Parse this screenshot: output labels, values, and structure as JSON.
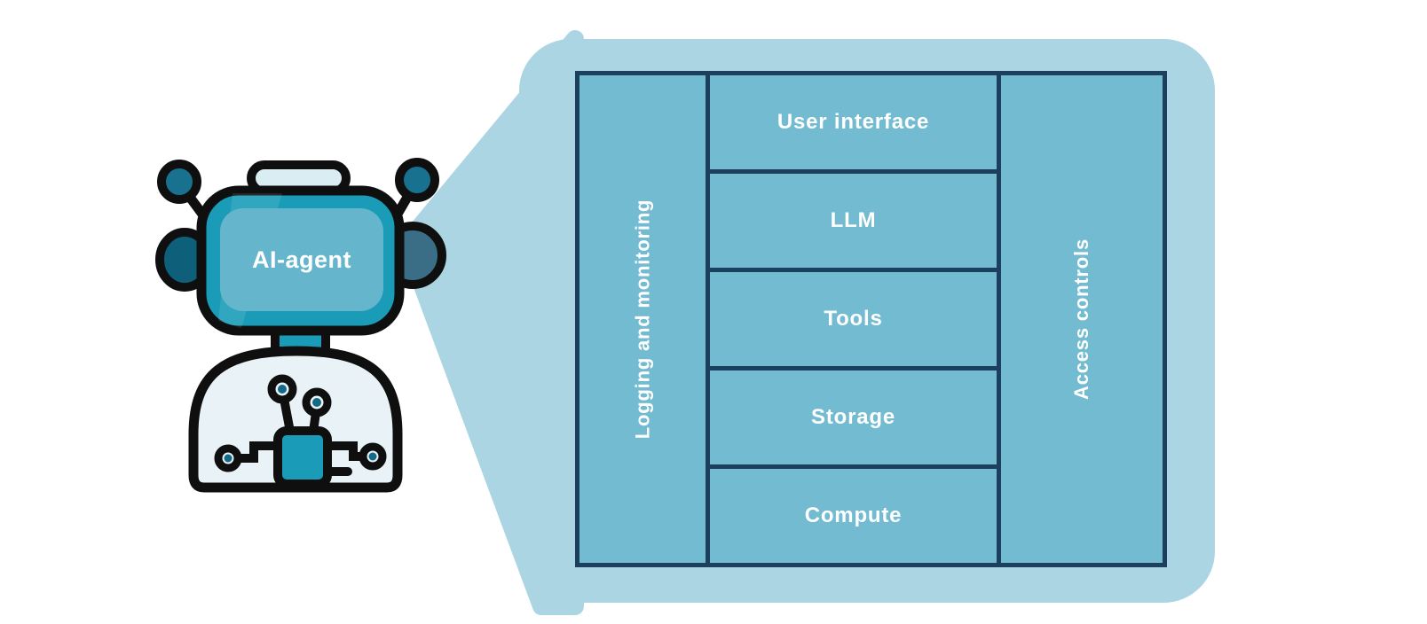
{
  "robot": {
    "label": "AI-agent"
  },
  "architecture": {
    "side_left": "Logging and monitoring",
    "side_right": "Access controls",
    "layers": [
      "User interface",
      "LLM",
      "Tools",
      "Storage",
      "Compute"
    ]
  },
  "colors": {
    "background": "#ffffff",
    "callout": "#abd5e3",
    "cell": "#72bbd1",
    "table_border": "#1c3f5e",
    "label_text": "#ffffff",
    "robot_teal": "#1a9cb8",
    "robot_screen": "#65b6cc",
    "robot_dark_teal": "#0d5f7a",
    "robot_ear_slate": "#3a6e86",
    "robot_body": "#e9f3f7",
    "robot_outline": "#0f0f0f"
  }
}
